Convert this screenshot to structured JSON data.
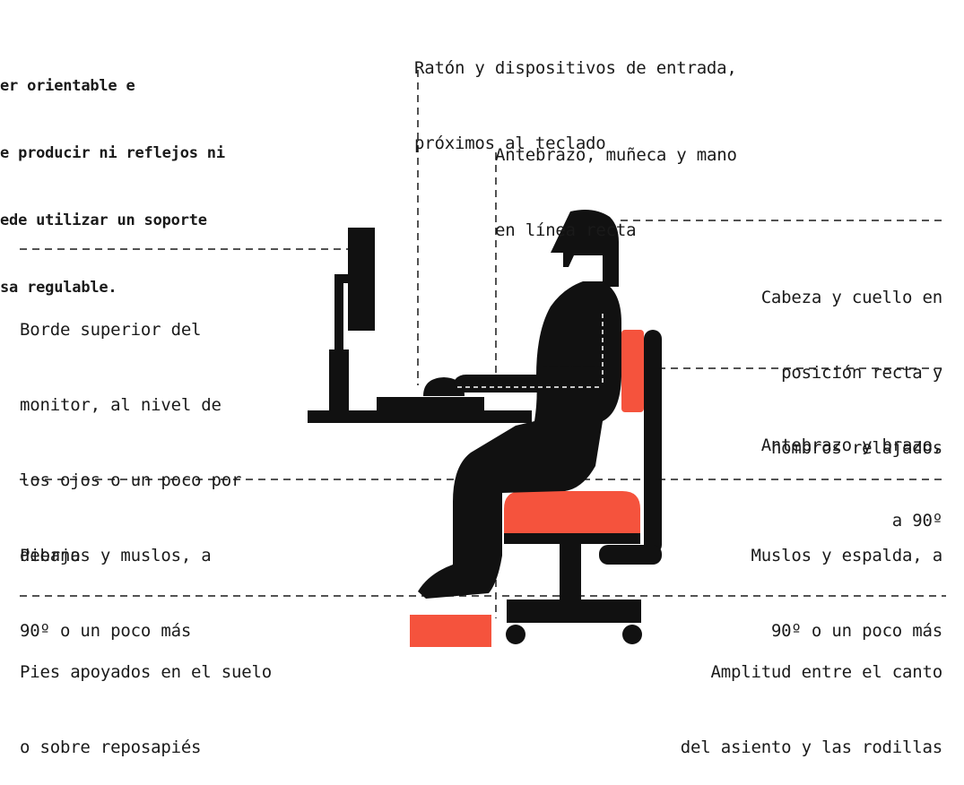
{
  "intro_text": {
    "line1": "er orientable e",
    "line2": "e producir ni reflejos ni",
    "line3": "ede utilizar un soporte",
    "line4": "sa regulable."
  },
  "labels": {
    "mouse": {
      "line1": "Ratón y dispositivos de entrada,",
      "line2": "próximos al teclado"
    },
    "forearm_hand": {
      "line1": "Antebrazo, muñeca y mano",
      "line2": "en línea recta"
    },
    "monitor": {
      "line1": "Borde superior del",
      "line2": "monitor, al nivel de",
      "line3": "los ojos o un poco por",
      "line4": "debajo"
    },
    "head_neck": {
      "line1": "Cabeza y cuello en",
      "line2": "posición recta y",
      "line3": "hombros relajados"
    },
    "forearm_arm": {
      "line1": "Antebrazo y brazo,",
      "line2": "a 90º"
    },
    "legs": {
      "line1": "Piernas y muslos, a",
      "line2": "90º o un poco más"
    },
    "thighs_back": {
      "line1": "Muslos y espalda, a",
      "line2": "90º o un poco más"
    },
    "feet": {
      "line1": "Pies apoyados en el suelo",
      "line2": "o sobre reposapiés"
    },
    "seat_knees": {
      "line1": "Amplitud entre el canto",
      "line2": "del asiento y las rodillas"
    }
  },
  "colors": {
    "figure": "#111111",
    "accent": "#f5533d",
    "text": "#1a1a1a"
  }
}
